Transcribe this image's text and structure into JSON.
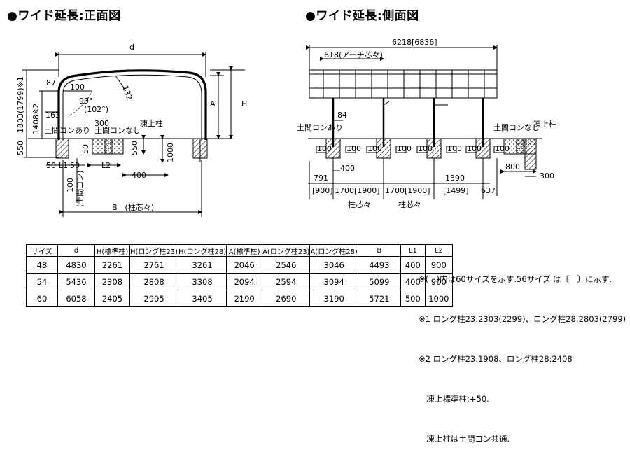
{
  "titles": {
    "front": "●ワイド延長:正面図",
    "side": "●ワイド延長:側面図"
  },
  "front": {
    "d": "d",
    "H": "H",
    "A": "A",
    "v1803": "1803(1799)※1",
    "v1408": "1408※2",
    "v550": "550",
    "v87": "87",
    "v163": "163",
    "v100": "100",
    "v99": "99°",
    "v102": "(102°)",
    "v132": "132",
    "v300": "300",
    "v50a": "50",
    "v50b": "50",
    "v50c": "50",
    "L1": "L1",
    "L2": "L2",
    "v400": "400",
    "v1000": "1000",
    "v550b": "550",
    "v100b": "100",
    "concrete": "(土間コン)",
    "B": "B　(柱芯々)",
    "lbl_ari": "土間コンあり",
    "lbl_nashi": "土間コンなし",
    "lbl_tou": "凍上柱"
  },
  "side": {
    "total": "6218[6836]",
    "arch": "618(アーチ芯々)",
    "v84": "84",
    "lbl_ari": "土間コンあり",
    "lbl_nashi": "土間コンなし",
    "lbl_tou": "凍上柱",
    "v400": "400",
    "v791": "791",
    "v900": "[900]",
    "v1700a": "1700[1900]",
    "v1700b": "1700[1900]",
    "v1390": "1390",
    "v1499": "[1499]",
    "v637": "637",
    "v800": "800",
    "v300": "300",
    "pitch1": "柱芯々",
    "pitch2": "柱芯々",
    "g100": "100"
  },
  "table": {
    "headers": [
      "サイズ",
      "d",
      "H(標準柱)",
      "H(ロング柱23)",
      "H(ロング柱28)",
      "A(標準柱)",
      "A(ロング柱23)",
      "A(ロング柱28)",
      "B",
      "L1",
      "L2"
    ],
    "rows": [
      [
        "48",
        "4830",
        "2261",
        "2761",
        "3261",
        "2046",
        "2546",
        "3046",
        "4493",
        "400",
        "900"
      ],
      [
        "54",
        "5436",
        "2308",
        "2808",
        "3308",
        "2094",
        "2594",
        "3094",
        "5099",
        "400",
        "900"
      ],
      [
        "60",
        "6058",
        "2405",
        "2905",
        "3405",
        "2190",
        "2690",
        "3190",
        "5721",
        "500",
        "1000"
      ]
    ]
  },
  "notes": [
    "※(　)内は60サイズを示す.56サイズ'は〔　〕に示す.",
    "※1 ロング柱23:2303(2299)、ロング柱28:2803(2799)",
    "※2 ロング柱23:1908、ロング柱28:2408",
    "　凍上標準柱:+50.",
    "　凍上柱は土間コン共通."
  ]
}
